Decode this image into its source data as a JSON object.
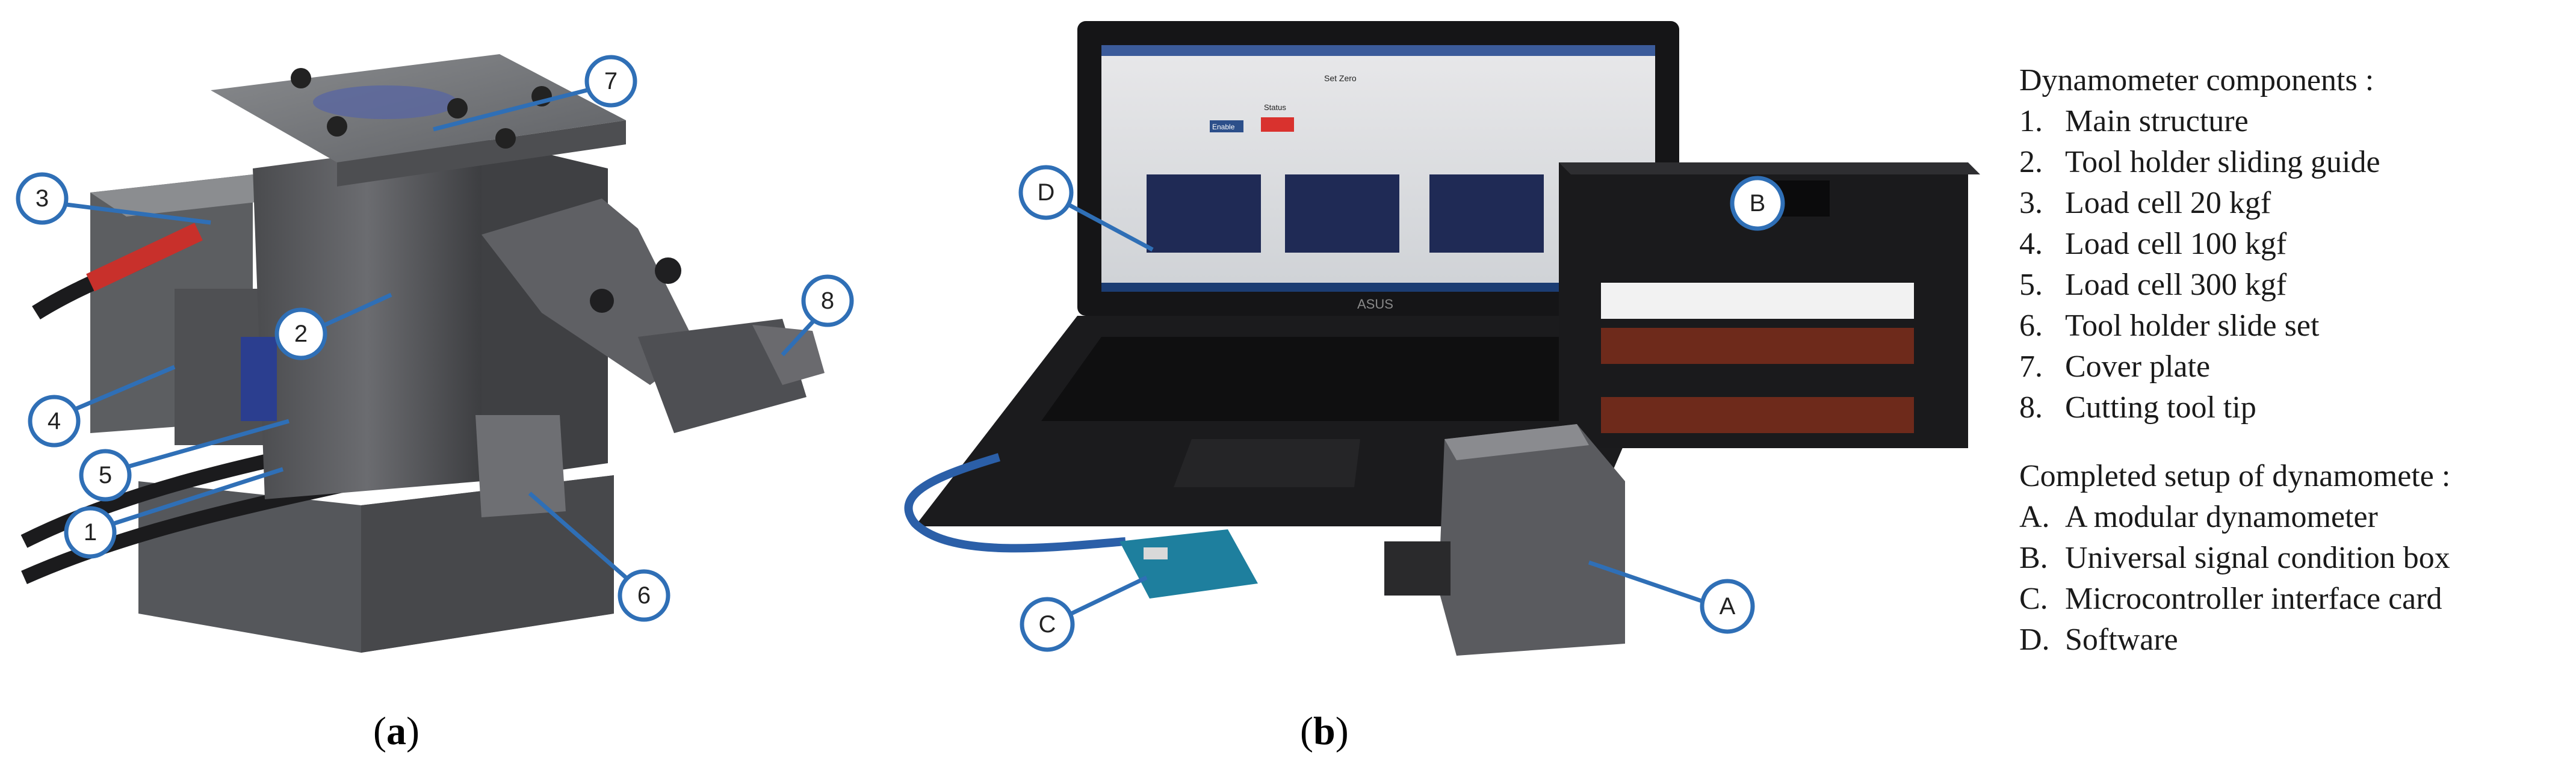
{
  "figure": {
    "panel_a_label": "a",
    "panel_b_label": "b"
  },
  "legend": {
    "components_title": "Dynamometer components :",
    "components": [
      {
        "key": "1.",
        "label": "Main structure"
      },
      {
        "key": "2.",
        "label": "Tool holder sliding guide"
      },
      {
        "key": "3.",
        "label": "Load cell 20 kgf"
      },
      {
        "key": "4.",
        "label": "Load cell 100 kgf"
      },
      {
        "key": "5.",
        "label": "Load cell 300 kgf"
      },
      {
        "key": "6.",
        "label": "Tool holder slide set"
      },
      {
        "key": "7.",
        "label": "Cover plate"
      },
      {
        "key": "8.",
        "label": "Cutting tool tip"
      }
    ],
    "setup_title": "Completed setup of dynamomete :",
    "setup": [
      {
        "key": "A.",
        "label": "A modular dynamometer"
      },
      {
        "key": "B.",
        "label": "Universal signal condition box"
      },
      {
        "key": "C.",
        "label": "Microcontroller interface card"
      },
      {
        "key": "D.",
        "label": "Software"
      }
    ]
  },
  "callouts_a": [
    "1",
    "2",
    "3",
    "4",
    "5",
    "6",
    "7",
    "8"
  ],
  "callouts_b": [
    "A",
    "B",
    "C",
    "D"
  ],
  "screen": {
    "title": "Set Zero",
    "status_label": "Status",
    "status_value": "Enable"
  },
  "laptop": {
    "brand": "ASUS"
  }
}
